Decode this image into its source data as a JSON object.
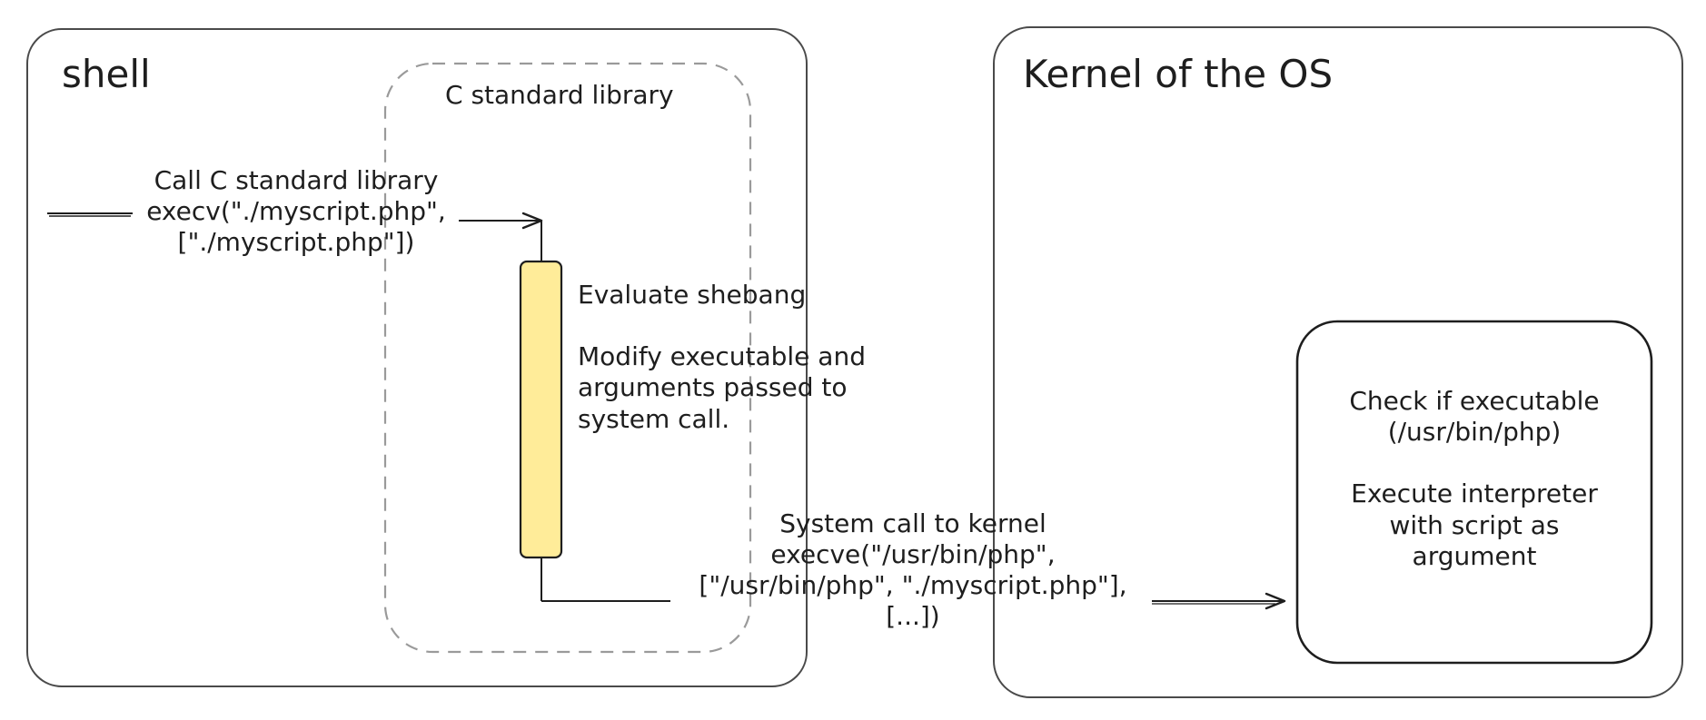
{
  "containers": {
    "shell": {
      "title": "shell"
    },
    "c_library": {
      "title": "C standard library"
    },
    "kernel": {
      "title": "Kernel of the OS"
    }
  },
  "edges": {
    "call_library": {
      "label": "Call C standard library\nexecv(\"./myscript.php\",\n[\"./myscript.php\"])"
    },
    "system_call": {
      "label": "System call to kernel\nexecve(\"/usr/bin/php\",\n[\"/usr/bin/php\", \"./myscript.php\"],\n[...])"
    }
  },
  "activation": {
    "fill": "#ffec99",
    "notes": "Evaluate shebang\n\nModify executable and\narguments passed to\nsystem call."
  },
  "kernel_box": {
    "text": "Check if executable\n(/usr/bin/php)\n\nExecute interpreter\nwith script as\nargument"
  },
  "colors": {
    "stroke": "#1e1e1e",
    "dashed_stroke": "#9a9a9a"
  }
}
